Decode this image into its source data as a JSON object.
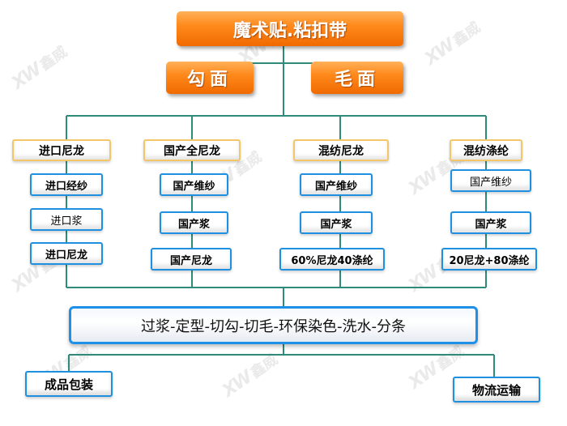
{
  "title": "魔术贴.粘扣带",
  "faces": [
    "勾面",
    "毛面"
  ],
  "columns": [
    {
      "category": "进口尼龙",
      "items": [
        "进口经纱",
        "进口浆",
        "进口尼龙"
      ]
    },
    {
      "category": "国产全尼龙",
      "items": [
        "国产维纱",
        "国产浆",
        "国产尼龙"
      ]
    },
    {
      "category": "混纺尼龙",
      "items": [
        "国产维纱",
        "国产浆",
        "60%尼龙40涤纶"
      ]
    },
    {
      "category": "混纺涤纶",
      "items": [
        "国产维纱",
        "国产浆",
        "20尼龙+80涤纶"
      ]
    }
  ],
  "process": "过浆-定型-切勾-切毛-环保染色-洗水-分条",
  "outputs": [
    "成品包装",
    "物流运输"
  ],
  "watermark": "鑫威",
  "colors": {
    "line": "#2e8b7a",
    "orange": "#ff8a1c",
    "blue_border": "#1f8fe0",
    "gold_border": "#f3c66a"
  }
}
